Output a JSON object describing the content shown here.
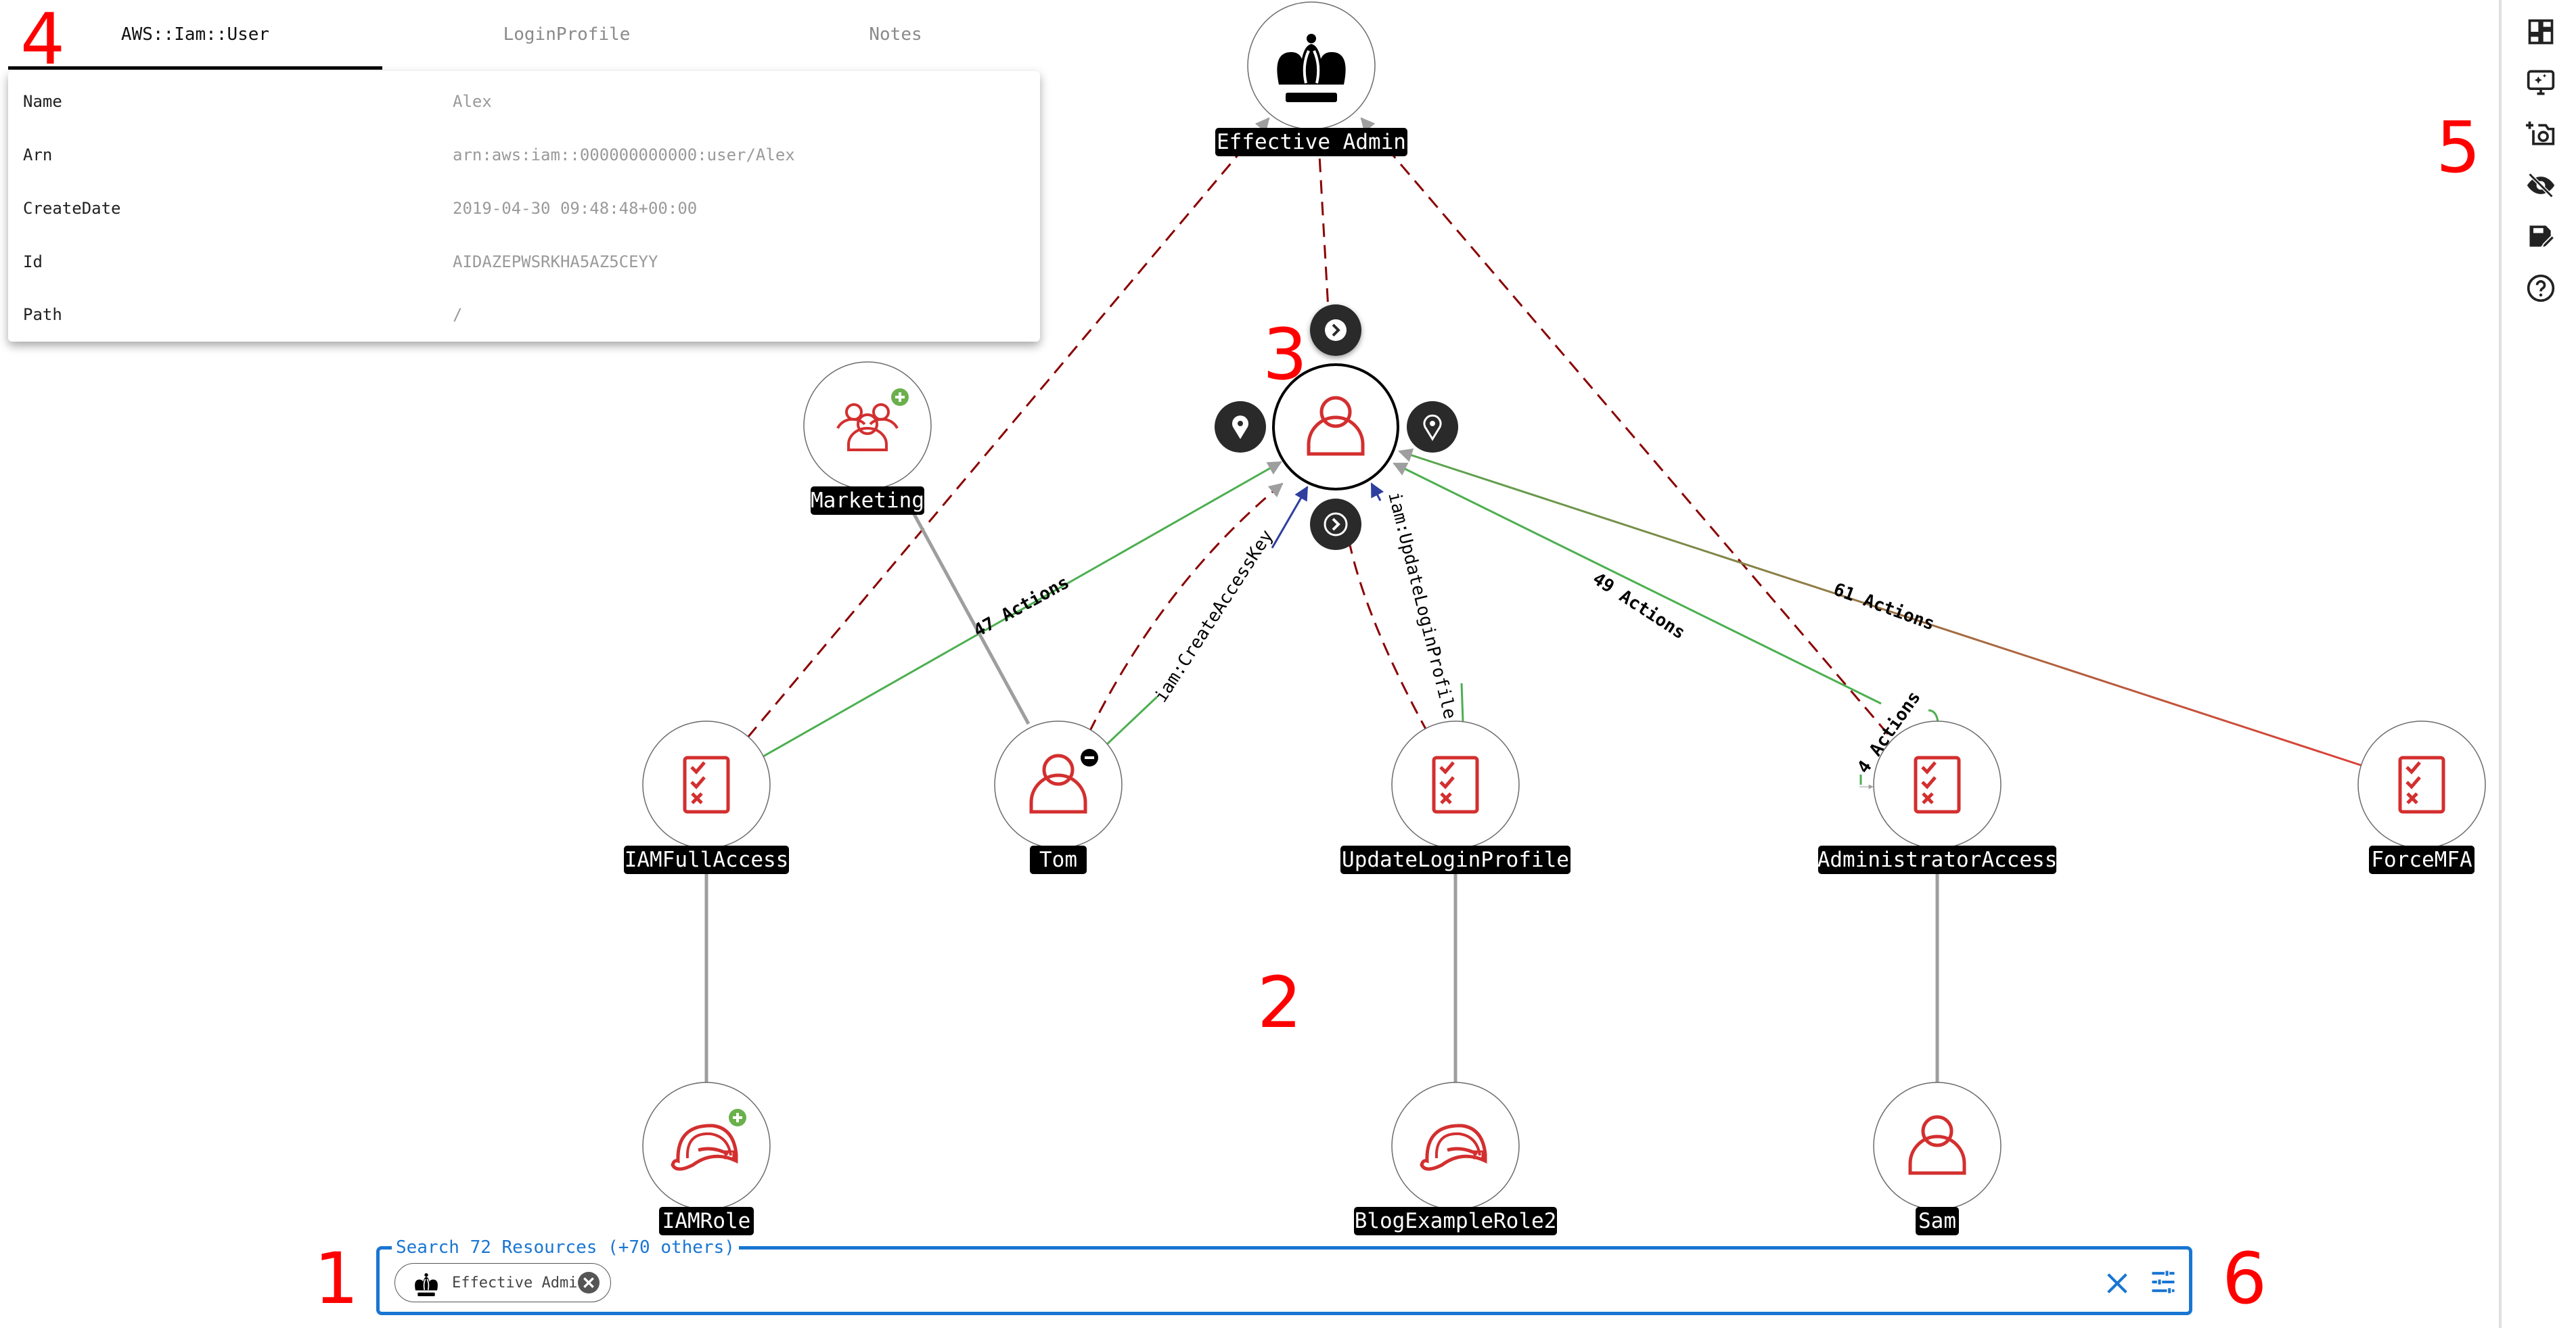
{
  "panel": {
    "tabs": [
      {
        "label": "AWS::Iam::User",
        "active": true
      },
      {
        "label": "LoginProfile",
        "active": false
      },
      {
        "label": "Notes",
        "active": false
      }
    ],
    "rows": [
      {
        "key": "Name",
        "value": "Alex"
      },
      {
        "key": "Arn",
        "value": "arn:aws:iam::000000000000:user/Alex"
      },
      {
        "key": "CreateDate",
        "value": "2019-04-30 09:48:48+00:00"
      },
      {
        "key": "Id",
        "value": "AIDAZEPWSRKHA5AZ5CEYY"
      },
      {
        "key": "Path",
        "value": "/"
      }
    ]
  },
  "graph": {
    "nodes": {
      "effective_admin": {
        "label": "Effective Admin",
        "icon": "crown-icon"
      },
      "alex": {
        "label": "",
        "icon": "user-icon",
        "selected": true
      },
      "marketing": {
        "label": "Marketing",
        "icon": "group-icon",
        "badge": "expand"
      },
      "iamfullaccess": {
        "label": "IAMFullAccess",
        "icon": "policy-icon"
      },
      "tom": {
        "label": "Tom",
        "icon": "user-icon",
        "badge": "collapse"
      },
      "updateloginprofile": {
        "label": "UpdateLoginProfile",
        "icon": "policy-icon"
      },
      "administratoraccess": {
        "label": "AdministratorAccess",
        "icon": "policy-icon"
      },
      "forcemfa": {
        "label": "ForceMFA",
        "icon": "policy-icon"
      },
      "iamrole": {
        "label": "IAMRole",
        "icon": "role-icon",
        "badge": "expand"
      },
      "blogexamplerole2": {
        "label": "BlogExampleRole2",
        "icon": "role-icon"
      },
      "sam": {
        "label": "Sam",
        "icon": "user-icon"
      }
    },
    "edge_labels": {
      "iamfullaccess_alex": "47 Actions",
      "tom_alex": "iam:CreateAccessKey",
      "ulp_alex": "iam:UpdateLoginProfile",
      "admin_alex": "49 Actions",
      "forcemfa_alex": "61 Actions",
      "admin_self": "4 Actions"
    },
    "colors": {
      "allow": "#4caf50",
      "deny": "#e53935",
      "escalation": "#8b0000",
      "action": "#2e3f9e",
      "association": "#9e9e9e",
      "icon": "#d32f2f"
    }
  },
  "search": {
    "legend": "Search 72 Resources (+70 others)",
    "chip_label": "Effective Admin",
    "input_value": "",
    "placeholder": ""
  },
  "sidebar": {
    "buttons": [
      "dashboard-icon",
      "presentation-icon",
      "add-photo-icon",
      "visibility-off-icon",
      "save-edit-icon",
      "help-icon"
    ]
  },
  "annotations": [
    "1",
    "2",
    "3",
    "4",
    "5",
    "6"
  ]
}
